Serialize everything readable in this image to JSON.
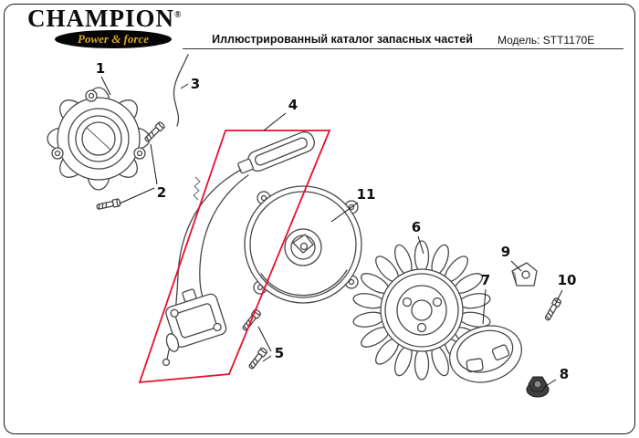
{
  "header": {
    "logo_text": "CHAMPION",
    "logo_reg": "®",
    "logo_tagline": "Power & force",
    "title": "Иллюстрированный каталог запасных частей",
    "model_label": "Модель: STT1170E"
  },
  "colors": {
    "brand_gold": "#d9a62b",
    "ink": "#1a1a1a"
  },
  "diagram": {
    "highlight_color": "#e8112d",
    "callouts": [
      {
        "label": "1"
      },
      {
        "label": "2"
      },
      {
        "label": "3"
      },
      {
        "label": "4"
      },
      {
        "label": "5"
      },
      {
        "label": "6"
      },
      {
        "label": "7"
      },
      {
        "label": "8"
      },
      {
        "label": "9"
      },
      {
        "label": "10"
      },
      {
        "label": "11"
      }
    ]
  }
}
